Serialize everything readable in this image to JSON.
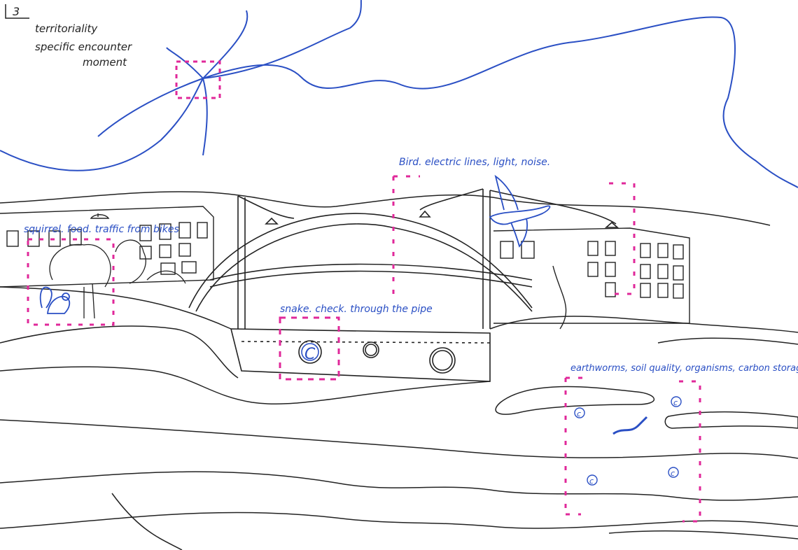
{
  "page_number": "3",
  "header_notes": [
    "territoriality",
    "specific encounter",
    "moment"
  ],
  "annotations": {
    "squirrel": "squirrel. food. traffic from bikes",
    "bird": "Bird. electric lines, light, noise.",
    "snake": "snake. check. through the pipe",
    "earthworms": "earthworms, soil quality, organisms, carbon storage."
  },
  "pipe_letter": "C",
  "soil_letters": [
    "c",
    "c",
    "c",
    "c"
  ],
  "colors": {
    "line_ink": "#222222",
    "blue_ink": "#2a4fc4",
    "magenta_marker": "#e0289a"
  }
}
